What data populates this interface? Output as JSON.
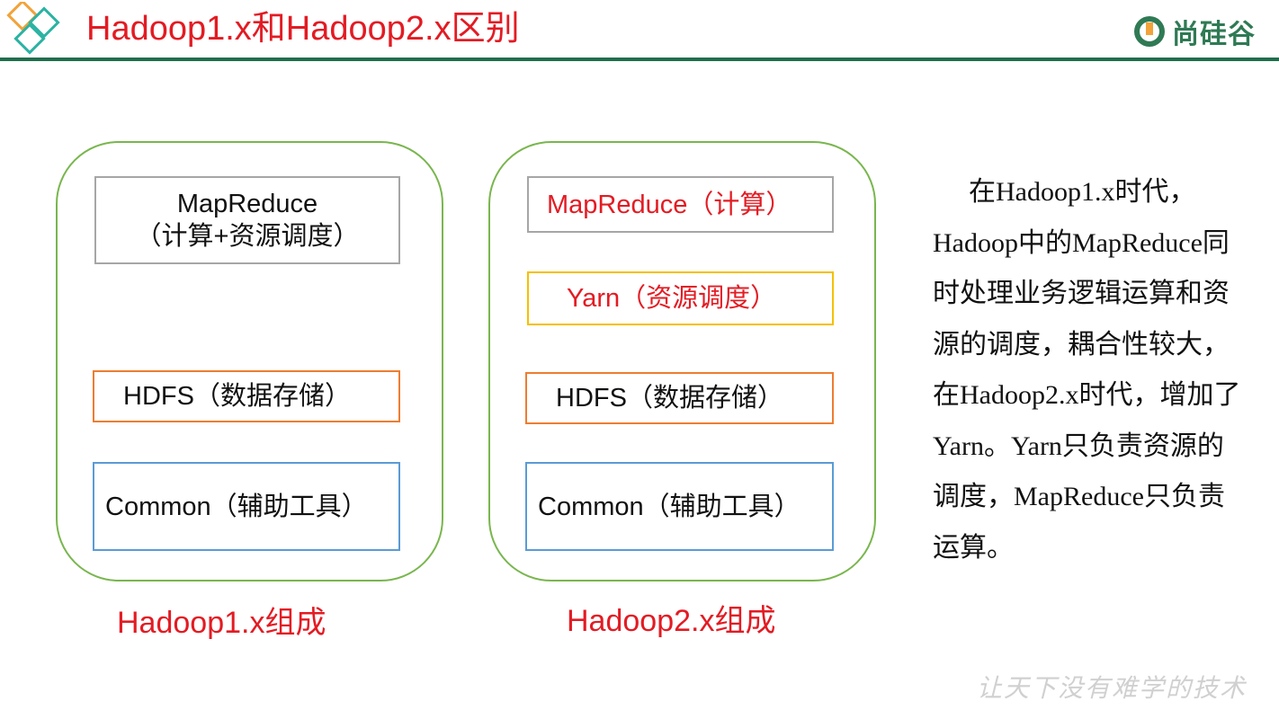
{
  "header": {
    "title": "Hadoop1.x和Hadoop2.x区别",
    "brand": "尚硅谷",
    "accent_color": "#1f6e4c",
    "title_color": "#e31b23"
  },
  "hadoop1": {
    "mapreduce_line1": "MapReduce",
    "mapreduce_line2": "（计算+资源调度）",
    "hdfs": "HDFS（数据存储）",
    "common": "Common（辅助工具）",
    "caption": "Hadoop1.x组成"
  },
  "hadoop2": {
    "mapreduce": "MapReduce（计算）",
    "yarn": "Yarn（资源调度）",
    "hdfs": "HDFS（数据存储）",
    "common": "Common（辅助工具）",
    "caption": "Hadoop2.x组成"
  },
  "explanation": "在Hadoop1.x时代，Hadoop中的MapReduce同时处理业务逻辑运算和资源的调度，耦合性较大，在Hadoop2.x时代，增加了Yarn。Yarn只负责资源的调度，MapReduce只负责运算。",
  "footer": {
    "slogan": "让天下没有难学的技术"
  }
}
